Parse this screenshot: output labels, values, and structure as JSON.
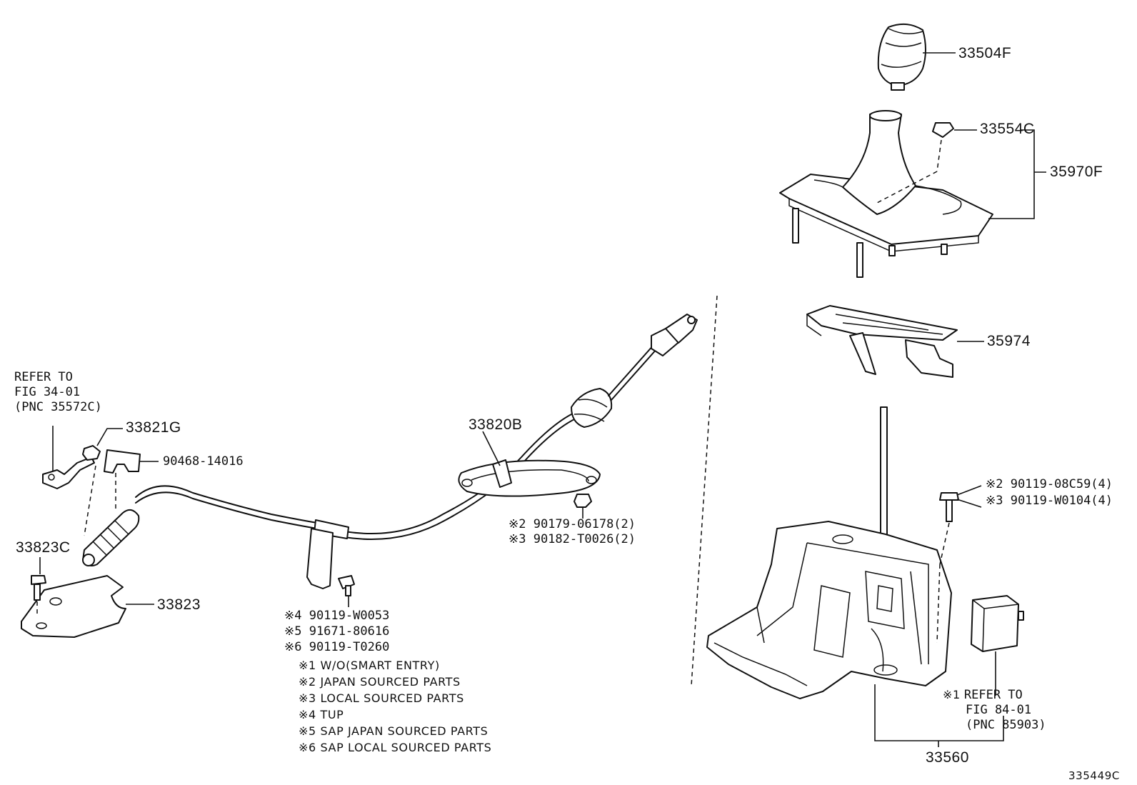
{
  "parts": {
    "knob": "33504F",
    "clip": "33554C",
    "panel": "35970F",
    "bracket": "35974",
    "cable": "33820B",
    "grommet_nut": "33821G",
    "retainer": "90468-14016",
    "clip_33823C": "33823C",
    "cable_bracket": "33823",
    "shift_lever_assy": "33560"
  },
  "refer_left": {
    "line1": "REFER TO",
    "line2": "FIG 34-01",
    "line3": "(PNC 35572C)"
  },
  "refer_right": {
    "mark": "※1",
    "line1": "REFER TO",
    "line2": "FIG 84-01",
    "line3": "(PNC 85903)"
  },
  "bolt_right": {
    "line1": "※2 90119-08C59(4)",
    "line2": "※3 90119-W0104(4)"
  },
  "nut_center": {
    "line1": "※2 90179-06178(2)",
    "line2": "※3 90182-T0026(2)"
  },
  "bolt_bottom": {
    "line1": "※4 90119-W0053",
    "line2": "※5 91671-80616",
    "line3": "※6 90119-T0260"
  },
  "legend": [
    "※1 W/O(SMART ENTRY)",
    "※2 JAPAN SOURCED PARTS",
    "※3 LOCAL SOURCED PARTS",
    "※4 TUP",
    "※5 SAP JAPAN SOURCED PARTS",
    "※6 SAP LOCAL SOURCED PARTS"
  ],
  "figure_code": "335449C"
}
